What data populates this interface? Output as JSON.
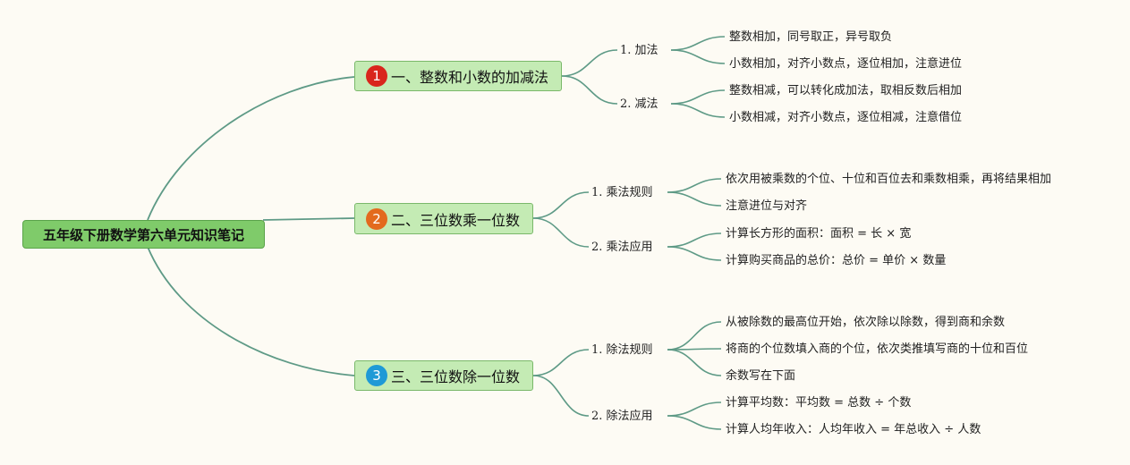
{
  "root": {
    "label": "五年级下册数学第六单元知识笔记"
  },
  "branches": [
    {
      "num": "1",
      "color": "#d9261c",
      "label": "一、整数和小数的加减法",
      "subs": [
        {
          "label": "1. 加法",
          "leaves": [
            "整数相加，同号取正，异号取负",
            "小数相加，对齐小数点，逐位相加，注意进位"
          ]
        },
        {
          "label": "2. 减法",
          "leaves": [
            "整数相减，可以转化成加法，取相反数后相加",
            "小数相减，对齐小数点，逐位相减，注意借位"
          ]
        }
      ]
    },
    {
      "num": "2",
      "color": "#e36a1e",
      "label": "二、三位数乘一位数",
      "subs": [
        {
          "label": "1. 乘法规则",
          "leaves": [
            "依次用被乘数的个位、十位和百位去和乘数相乘，再将结果相加",
            "注意进位与对齐"
          ]
        },
        {
          "label": "2. 乘法应用",
          "leaves": [
            "计算长方形的面积：面积 = 长 × 宽",
            "计算购买商品的总价：总价 = 单价 × 数量"
          ]
        }
      ]
    },
    {
      "num": "3",
      "color": "#1f9ad6",
      "label": "三、三位数除一位数",
      "subs": [
        {
          "label": "1. 除法规则",
          "leaves": [
            "从被除数的最高位开始，依次除以除数，得到商和余数",
            "将商的个位数填入商的个位，依次类推填写商的十位和百位",
            "余数写在下面"
          ]
        },
        {
          "label": "2. 除法应用",
          "leaves": [
            "计算平均数：平均数 = 总数 ÷ 个数",
            "计算人均年收入：人均年收入 = 年总收入 ÷ 人数"
          ]
        }
      ]
    }
  ]
}
